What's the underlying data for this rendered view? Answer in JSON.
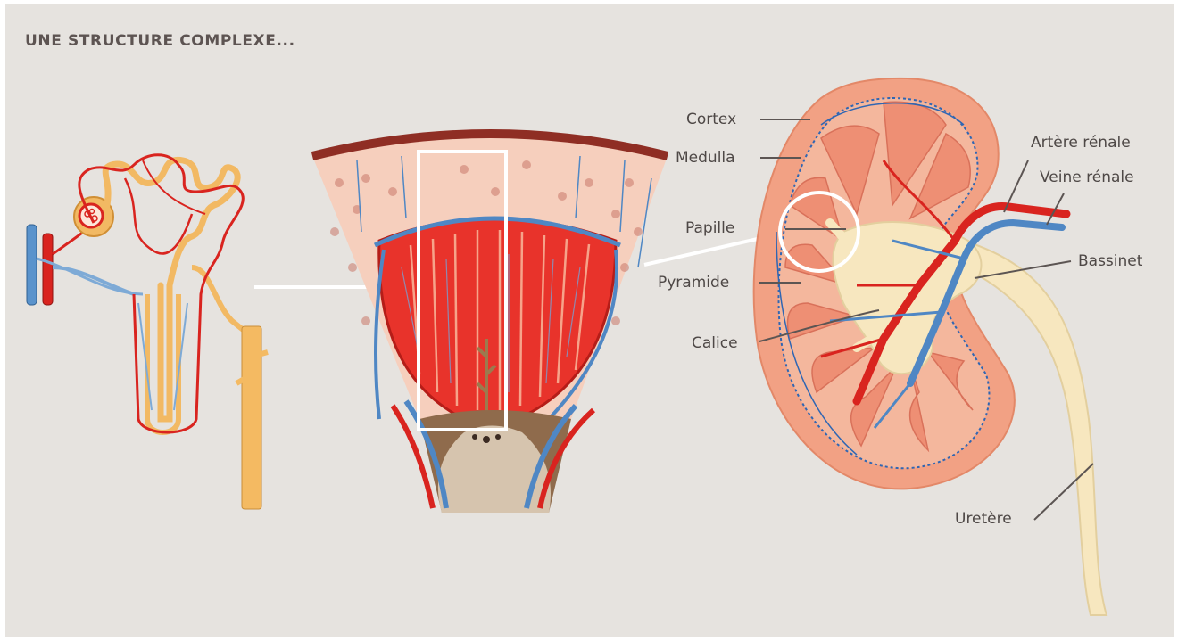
{
  "title": "UNE STRUCTURE COMPLEXE...",
  "labels": {
    "cortex": "Cortex",
    "medulla": "Medulla",
    "papille": "Papille",
    "pyramide": "Pyramide",
    "calice": "Calice",
    "artere_renale": "Artère rénale",
    "veine_renale": "Veine rénale",
    "bassinet": "Bassinet",
    "uretere": "Uretère"
  },
  "colors": {
    "background": "#e6e3df",
    "label_text": "#4e4846",
    "title_text": "#5d5452",
    "artery": "#d9241f",
    "vein": "#4f87c4",
    "tubule": "#f2b963",
    "kidney_tissue": "#f2a184",
    "pelvis": "#f7e7bf"
  }
}
